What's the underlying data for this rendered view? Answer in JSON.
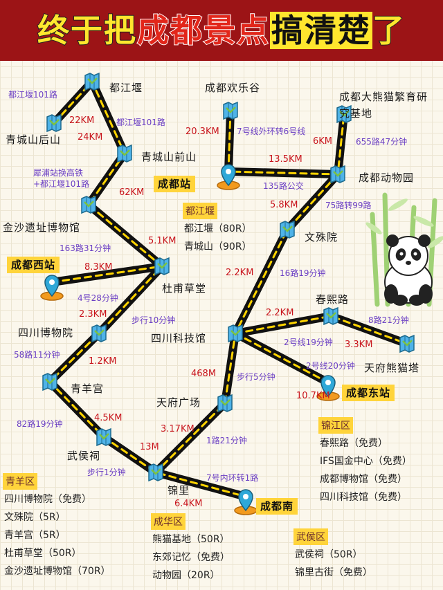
{
  "title": {
    "part1": "终于把",
    "part2": "成都景点",
    "part3": "搞清楚",
    "part4": "了"
  },
  "places": {
    "dujiangyan": "都江堰",
    "qingcheng_back": "青城山后山",
    "qingcheng_front": "青城山前山",
    "jinsha": "金沙遗址博物馆",
    "dufu": "杜甫草堂",
    "sichuan_museum": "四川博物院",
    "qingyang": "青羊宫",
    "wuhou": "武侯祠",
    "jinli": "锦里",
    "happy_valley": "成都欢乐谷",
    "panda_base": "成都大熊猫繁育研究基地",
    "zoo": "成都动物园",
    "wenshu": "文殊院",
    "chunxi": "春熙路",
    "sci_tech": "四川科技馆",
    "tianfu_panda_tower": "天府熊猫塔",
    "tianfu_square": "天府广场"
  },
  "stations": {
    "chengdu": "成都站",
    "chengdu_west": "成都西站",
    "chengdu_east": "成都东站",
    "chengdu_south": "成都南"
  },
  "distances": {
    "d22": "22KM",
    "d24": "24KM",
    "d62": "62KM",
    "d51": "5.1KM",
    "d83": "8.3KM",
    "d23": "2.3KM",
    "d12": "1.2KM",
    "d45": "4.5KM",
    "d13m": "13M",
    "d64": "6.4KM",
    "d203": "20.3KM",
    "d6": "6KM",
    "d135": "13.5KM",
    "d58": "5.8KM",
    "d22b": "2.2KM",
    "d22c": "2.2KM",
    "d33": "3.3KM",
    "d468": "468M",
    "d107": "10.7KM",
    "d317": "3.17KM"
  },
  "routes": {
    "r_djy101": "都江堰101路",
    "r_djy101b": "都江堰101路",
    "r_xipu": "犀浦站换高铁+都江堰101路",
    "r_163": "163路31分钟",
    "r_4": "4号28分钟",
    "r_walk10": "步行10分钟",
    "r_58": "58路11分钟",
    "r_82": "82路19分钟",
    "r_walk1": "步行1分钟",
    "r_7loop": "7号线外环转6号线",
    "r_655": "655路47分钟",
    "r_135bus": "135路公交",
    "r_75": "75路转99路",
    "r_16": "16路19分钟",
    "r_8": "8路21分钟",
    "r_line2a": "2号线19分钟",
    "r_line2b": "2号线20分钟",
    "r_walk5": "步行5分钟",
    "r_1": "1路21分钟",
    "r_7inner": "7号内环转1路"
  },
  "boxes": {
    "dujiangyan": {
      "title": "都江堰",
      "items": [
        "都江堰（80R）",
        "青城山（90R）"
      ]
    },
    "jinjiang": {
      "title": "锦江区",
      "items": [
        "春熙路（免费）",
        "IFS国金中心（免费）",
        "成都博物馆（免费）",
        "四川科技馆（免费）"
      ]
    },
    "qingyang": {
      "title": "青羊区",
      "items": [
        "四川博物院（免费）",
        "文殊院（5R）",
        "青羊宫（5R）",
        "杜甫草堂（50R）",
        "金沙遗址博物馆（70R）"
      ]
    },
    "chenghua": {
      "title": "成华区",
      "items": [
        "熊猫基地（50R）",
        "东郊记忆（免费）",
        "动物园（20R）"
      ]
    },
    "wuhou": {
      "title": "武侯区",
      "items": [
        "武侯祠（50R）",
        "锦里古街（免费）"
      ]
    }
  },
  "colors": {
    "banner": "#9c1416",
    "title_yellow": "#ffe62e",
    "title_red": "#e2261a",
    "road": "#111111",
    "dash": "#ffd400",
    "distance": "#c8141c",
    "route": "#6b3fc4",
    "station_bg": "#ffd43b"
  }
}
